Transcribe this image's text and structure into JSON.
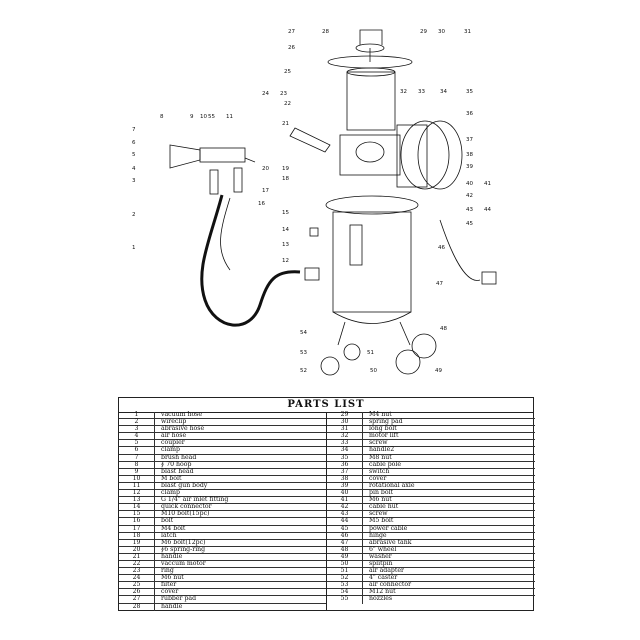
{
  "parts_list": {
    "title": "PARTS LIST",
    "left": [
      {
        "no": "1",
        "name": "vacuum hose"
      },
      {
        "no": "2",
        "name": "wireclip"
      },
      {
        "no": "3",
        "name": "abrasive hose"
      },
      {
        "no": "4",
        "name": "air hose"
      },
      {
        "no": "5",
        "name": "coupler"
      },
      {
        "no": "6",
        "name": "clamp"
      },
      {
        "no": "7",
        "name": "brush head"
      },
      {
        "no": "8",
        "name": "∮ 70 hoop"
      },
      {
        "no": "9",
        "name": "blast head"
      },
      {
        "no": "10",
        "name": "M bolt"
      },
      {
        "no": "11",
        "name": "blast gun body"
      },
      {
        "no": "12",
        "name": "clamp"
      },
      {
        "no": "13",
        "name": "G 1/4\" air inlet fitting"
      },
      {
        "no": "14",
        "name": "quick connector"
      },
      {
        "no": "15",
        "name": "M10 bolt(15pc)"
      },
      {
        "no": "16",
        "name": "bolt"
      },
      {
        "no": "17",
        "name": "M4 bolt"
      },
      {
        "no": "18",
        "name": "latch"
      },
      {
        "no": "19",
        "name": "M6 bolt(12pc)"
      },
      {
        "no": "20",
        "name": "∮6  spring-ring"
      },
      {
        "no": "21",
        "name": "handle"
      },
      {
        "no": "22",
        "name": "vaccum motor"
      },
      {
        "no": "23",
        "name": "ring"
      },
      {
        "no": "24",
        "name": "M6 nut"
      },
      {
        "no": "25",
        "name": "filter"
      },
      {
        "no": "26",
        "name": "cover"
      },
      {
        "no": "27",
        "name": "rubber pad"
      },
      {
        "no": "28",
        "name": "handle"
      }
    ],
    "right": [
      {
        "no": "29",
        "name": "M4 nut"
      },
      {
        "no": "30",
        "name": "spring pad"
      },
      {
        "no": "31",
        "name": "long bolt"
      },
      {
        "no": "32",
        "name": "motor lift"
      },
      {
        "no": "33",
        "name": "screw"
      },
      {
        "no": "34",
        "name": "handle2"
      },
      {
        "no": "35",
        "name": "M8 nut"
      },
      {
        "no": "36",
        "name": "cable pole"
      },
      {
        "no": "37",
        "name": "switch"
      },
      {
        "no": "38",
        "name": "cover"
      },
      {
        "no": "39",
        "name": "rotational axle"
      },
      {
        "no": "40",
        "name": "pin bolt"
      },
      {
        "no": "41",
        "name": "M6 nut"
      },
      {
        "no": "42",
        "name": "cable nut"
      },
      {
        "no": "43",
        "name": "screw"
      },
      {
        "no": "44",
        "name": "M5 bolt"
      },
      {
        "no": "45",
        "name": "power cable"
      },
      {
        "no": "46",
        "name": "hinge"
      },
      {
        "no": "47",
        "name": "abrasive tank"
      },
      {
        "no": "48",
        "name": "6\" wheel"
      },
      {
        "no": "49",
        "name": "washer"
      },
      {
        "no": "50",
        "name": "splitpin"
      },
      {
        "no": "51",
        "name": "air adapter"
      },
      {
        "no": "52",
        "name": "4\"  caster"
      },
      {
        "no": "53",
        "name": "air connector"
      },
      {
        "no": "54",
        "name": "M12 nut"
      },
      {
        "no": "55",
        "name": "nozzles"
      }
    ]
  },
  "callouts": [
    "1",
    "2",
    "3",
    "4",
    "5",
    "6",
    "7",
    "8",
    "9",
    "10",
    "11",
    "12",
    "13",
    "14",
    "15",
    "16",
    "17",
    "18",
    "19",
    "20",
    "21",
    "22",
    "23",
    "24",
    "25",
    "26",
    "27",
    "28",
    "29",
    "30",
    "31",
    "32",
    "33",
    "34",
    "35",
    "36",
    "37",
    "38",
    "39",
    "40",
    "41",
    "42",
    "43",
    "44",
    "45",
    "46",
    "47",
    "48",
    "49",
    "50",
    "51",
    "52",
    "53",
    "54",
    "55"
  ]
}
